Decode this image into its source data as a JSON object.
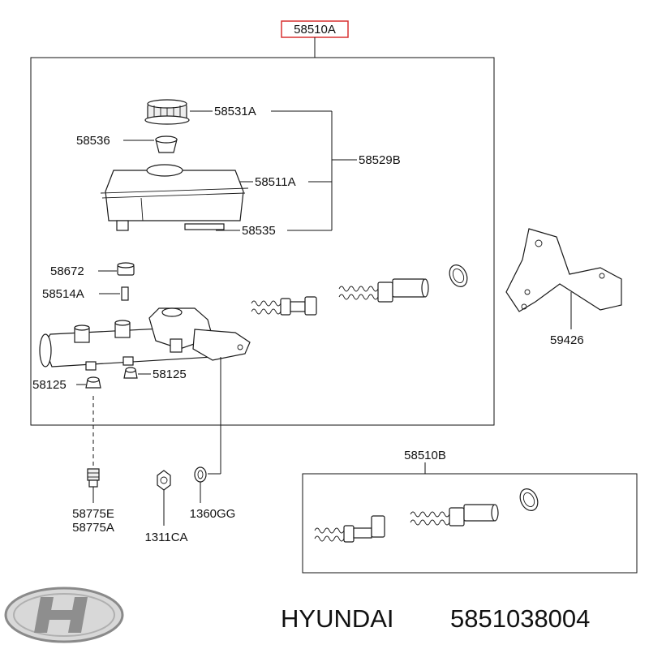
{
  "labels": {
    "main_assembly": "58510A",
    "cap": "58531A",
    "strainer": "58536",
    "reservoir_kit": "58529B",
    "reservoir": "58511A",
    "seal": "58535",
    "grommet": "58672",
    "pin": "58514A",
    "bleeder_left": "58125",
    "bleeder_right": "58125",
    "bracket": "59426",
    "piston_kit": "58510B",
    "fitting_1": "58775E",
    "fitting_2": "58775A",
    "nut": "1311CA",
    "washer": "1360GG"
  },
  "brand": {
    "name": "HYUNDAI",
    "part_number": "5851038004"
  },
  "colors": {
    "highlight_box": "#d93030",
    "line": "#111111",
    "logo": "#9a9a9a"
  },
  "icons": {
    "logo": "hyundai-logo-icon"
  }
}
